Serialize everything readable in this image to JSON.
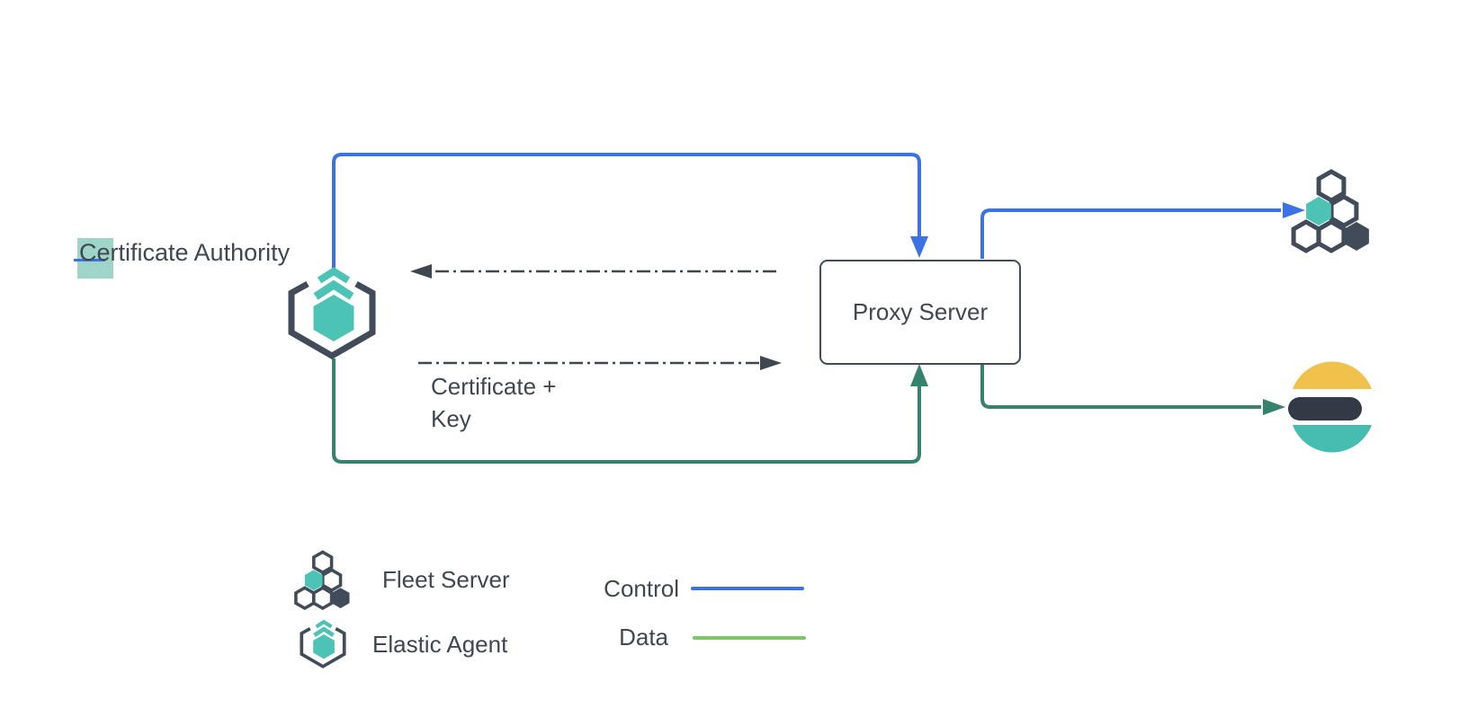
{
  "diagram": {
    "nodes": {
      "certificate_authority": {
        "label": "Certificate Authority",
        "icon": "elastic-agent-icon",
        "cursor_highlight_color": "#9fd4c8"
      },
      "proxy_server": {
        "label": "Proxy Server"
      },
      "fleet_server": {
        "icon": "fleet-server-icon"
      },
      "elasticsearch": {
        "icon": "elasticsearch-icon"
      }
    },
    "edge_label": {
      "line1": "Certificate +",
      "line2": "Key"
    },
    "edges": [
      {
        "name": "control-agent-to-proxy",
        "type": "control",
        "color": "#3c72e4"
      },
      {
        "name": "control-proxy-to-fleet",
        "type": "control",
        "color": "#3c72e4"
      },
      {
        "name": "data-agent-to-proxy",
        "type": "data",
        "color": "#35836c"
      },
      {
        "name": "data-proxy-to-elasticsearch",
        "type": "data",
        "color": "#35836c"
      },
      {
        "name": "certificate-exchange-left",
        "type": "dashed",
        "color": "#3f4751"
      },
      {
        "name": "certificate-exchange-right",
        "type": "dashed",
        "color": "#3f4751"
      }
    ]
  },
  "legend": {
    "items": [
      {
        "icon": "fleet-server-icon",
        "label": "Fleet Server"
      },
      {
        "icon": "elastic-agent-icon",
        "label": "Elastic Agent"
      }
    ],
    "lines": [
      {
        "label": "Control",
        "color": "#3c72e4"
      },
      {
        "label": "Data",
        "color": "#7dc768"
      }
    ]
  },
  "colors": {
    "control_blue": "#3c72e4",
    "data_green_dark": "#35836c",
    "data_green_legend": "#7dc768",
    "slate_outline": "#414b59",
    "text": "#3f4751",
    "teal": "#4cc3b5",
    "elasticsearch_yellow": "#f0c14b",
    "elasticsearch_dark": "#333a46",
    "elasticsearch_teal": "#45bdb0",
    "cursor_highlight": "#9fd4c8"
  }
}
